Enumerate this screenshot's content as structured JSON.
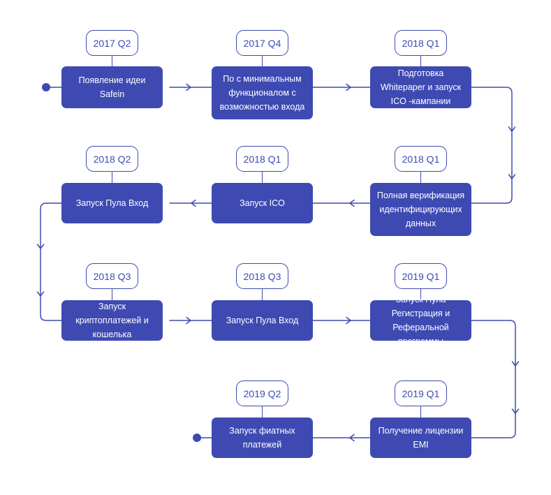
{
  "roadmap": {
    "accent_color": "#3e4ab2",
    "start_marker": "dot",
    "end_marker": "dot",
    "rows": [
      {
        "flow": "left-to-right",
        "steps": [
          {
            "date": "2017 Q2",
            "text": "Появление идеи Safein"
          },
          {
            "date": "2017 Q4",
            "text": "По с минимальным функционалом с возможностью входа"
          },
          {
            "date": "2018 Q1",
            "text": "Подготовка Whitepaper и запуск ICO -кампании"
          }
        ]
      },
      {
        "flow": "right-to-left",
        "steps": [
          {
            "date": "2018 Q2",
            "text": "Запуск Пула Вход"
          },
          {
            "date": "2018 Q1",
            "text": "Запуск ICO"
          },
          {
            "date": "2018 Q1",
            "text": "Полная верификация идентифицирующих данных"
          }
        ]
      },
      {
        "flow": "left-to-right",
        "steps": [
          {
            "date": "2018 Q3",
            "text": "Запуск криптоплатежей и кошелька"
          },
          {
            "date": "2018 Q3",
            "text": "Запуск Пула Вход"
          },
          {
            "date": "2019 Q1",
            "text": "Запуск Пула Регистрация и Реферальной программы"
          }
        ]
      },
      {
        "flow": "right-to-left",
        "steps": [
          {
            "date": "",
            "text": ""
          },
          {
            "date": "2019 Q2",
            "text": "Запуск фиатных платежей"
          },
          {
            "date": "2019 Q1",
            "text": "Получение лицензии EMI"
          }
        ]
      }
    ]
  }
}
